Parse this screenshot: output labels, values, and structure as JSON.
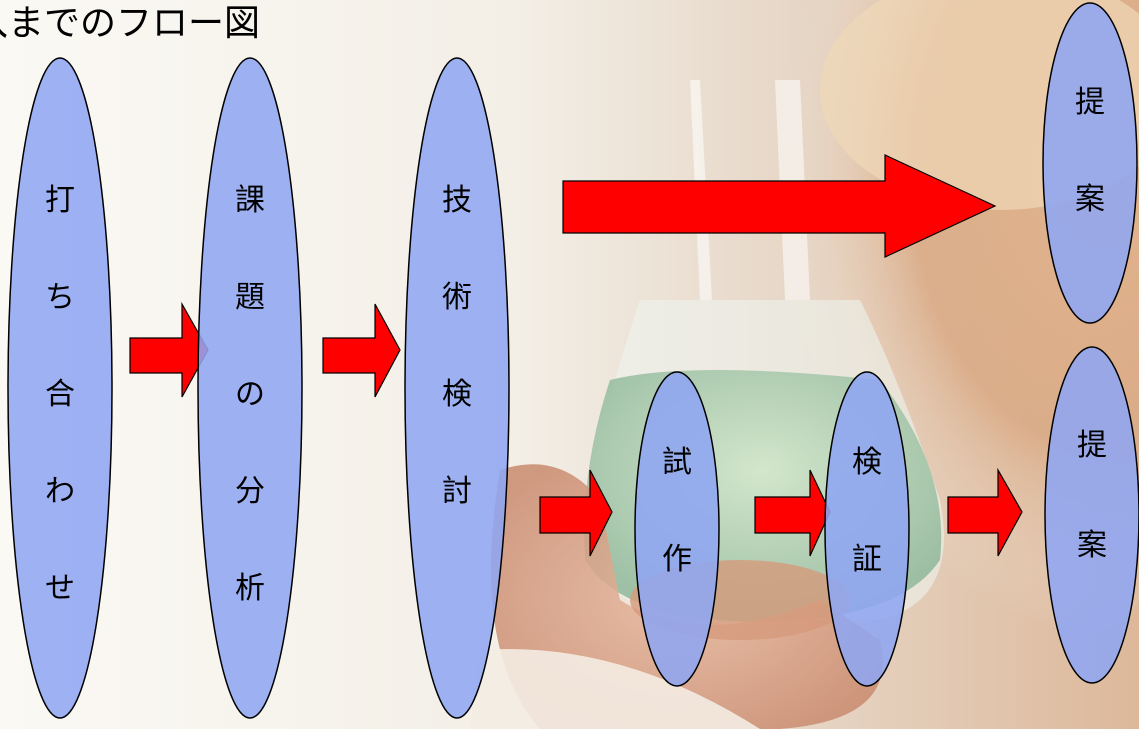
{
  "title": "入までのフロー図",
  "colors": {
    "ellipse_fill": "#8fa6f2",
    "ellipse_stroke": "#000000",
    "arrow_fill": "#ff0000",
    "arrow_stroke": "#000000"
  },
  "nodes": [
    {
      "id": "uchiawase",
      "chars": [
        "打",
        "ち",
        "合",
        "わ",
        "せ"
      ]
    },
    {
      "id": "kadai-no-bunseki",
      "chars": [
        "課",
        "題",
        "の",
        "分",
        "析"
      ]
    },
    {
      "id": "gijutsu-kentou",
      "chars": [
        "技",
        "術",
        "検",
        "討"
      ]
    },
    {
      "id": "teian-top",
      "chars": [
        "提",
        "案"
      ]
    },
    {
      "id": "shisaku",
      "chars": [
        "試",
        "作"
      ]
    },
    {
      "id": "kenshou",
      "chars": [
        "検",
        "証"
      ]
    },
    {
      "id": "teian-bottom",
      "chars": [
        "提",
        "案"
      ]
    }
  ],
  "edges": [
    {
      "from": "uchiawase",
      "to": "kadai-no-bunseki"
    },
    {
      "from": "kadai-no-bunseki",
      "to": "gijutsu-kentou"
    },
    {
      "from": "gijutsu-kentou",
      "to": "teian-top"
    },
    {
      "from": "gijutsu-kentou",
      "to": "shisaku"
    },
    {
      "from": "shisaku",
      "to": "kenshou"
    },
    {
      "from": "kenshou",
      "to": "teian-bottom"
    }
  ]
}
